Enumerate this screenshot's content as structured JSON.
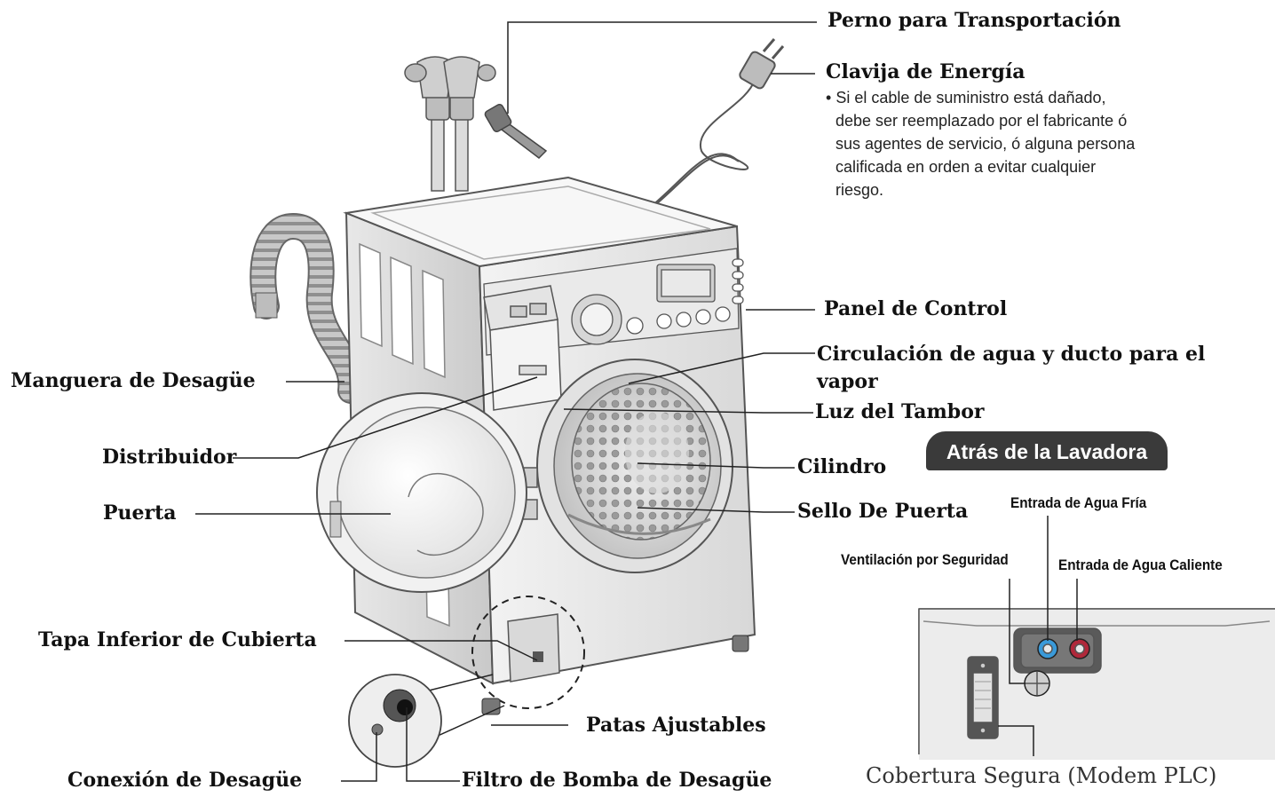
{
  "labels": {
    "transport_bolt": "Perno para Transportación",
    "power_plug": "Clavija de Energía",
    "control_panel": "Panel de Control",
    "water_steam_duct": "Circulación de agua y ducto para el vapor",
    "drum_light": "Luz del Tambor",
    "drum": "Cilindro",
    "door_seal": "Sello De Puerta",
    "drain_hose": "Manguera de Desagüe",
    "dispenser": "Distribuidor",
    "door": "Puerta",
    "lower_cover": "Tapa Inferior de Cubierta",
    "adjustable_feet": "Patas Ajustables",
    "drain_connection": "Conexión de Desagüe",
    "drain_pump_filter": "Filtro de Bomba de Desagüe"
  },
  "power_note": "Si el cable de suministro está dañado, debe ser reemplazado por el fabricante ó sus agentes de servicio, ó alguna persona calificada en orden a evitar cualquier riesgo.",
  "back": {
    "title": "Atrás de la Lavadora",
    "cold_inlet": "Entrada de Agua Fría",
    "safety_vent": "Ventilación por Seguridad",
    "hot_inlet": "Entrada de Agua Caliente",
    "caption": "Cobertura Segura (Modem PLC)"
  },
  "colors": {
    "body_light": "#eeeeee",
    "body_mid": "#d4d4d4",
    "outline": "#555555",
    "cold": "#3a9ad9",
    "hot": "#b0283a",
    "badge": "#3a3a3a"
  }
}
